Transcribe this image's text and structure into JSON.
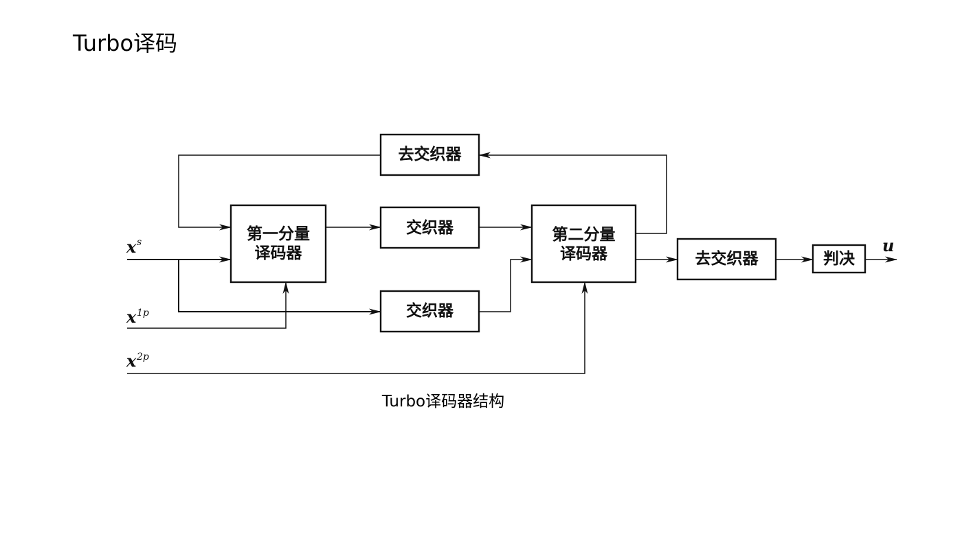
{
  "slide": {
    "title": "Turbo译码"
  },
  "diagram": {
    "caption": "Turbo译码器结构",
    "blocks": {
      "deinterleaver_feedback": "去交织器",
      "decoder1_line1": "第一分量",
      "decoder1_line2": "译码器",
      "interleaver_upper": "交织器",
      "interleaver_lower": "交织器",
      "decoder2_line1": "第二分量",
      "decoder2_line2": "译码器",
      "deinterleaver_output": "去交织器",
      "decision": "判决"
    },
    "inputs": {
      "xs_base": "x",
      "xs_sup": "s",
      "x1p_base": "x",
      "x1p_sup": "1p",
      "x2p_base": "x",
      "x2p_sup": "2p"
    },
    "output": {
      "label": "u"
    }
  }
}
